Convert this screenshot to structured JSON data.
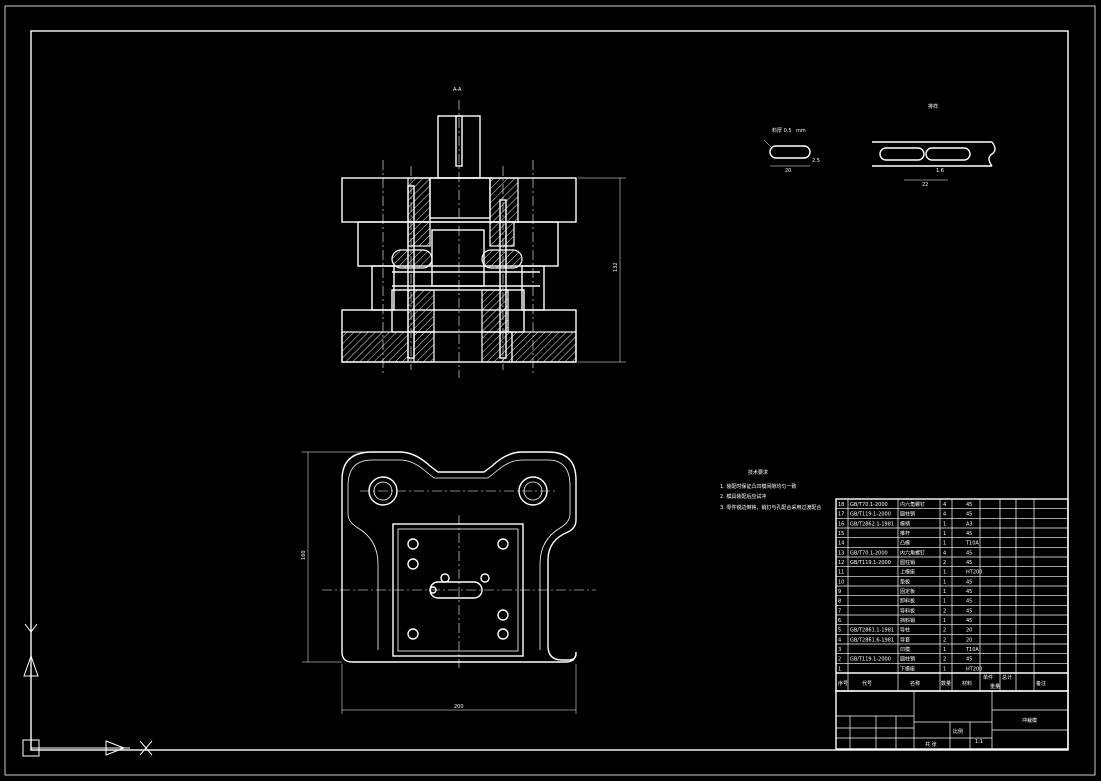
{
  "drawing": {
    "section_label": "A-A",
    "strip_layout_label": "排样",
    "part_label": "料厚 0.5",
    "part_unit": "mm",
    "dim_part_width": "2.5",
    "dim_part_length": "20",
    "dim_strip_pitch": "22",
    "dim_strip_gap": "1.6",
    "dim_front_height": "132",
    "dim_plan_depth": "160",
    "dim_plan_width": "200"
  },
  "notes": {
    "title": "技术要求",
    "lines": [
      "1. 装配时保证凸凹模间隙均匀一致",
      "2. 模具装配后应试冲",
      "3. 零件锐边倒钝，销钉与孔配合采用过渡配合"
    ]
  },
  "bom": {
    "rows": [
      {
        "no": "18",
        "std": "GB/T70.1-2000",
        "name": "内六角螺钉",
        "qty": "4",
        "mat": "45"
      },
      {
        "no": "17",
        "std": "GB/T119.1-2000",
        "name": "圆柱销",
        "qty": "4",
        "mat": "45"
      },
      {
        "no": "16",
        "std": "GB/T2862.1-1981",
        "name": "模柄",
        "qty": "1",
        "mat": "A3"
      },
      {
        "no": "15",
        "std": "",
        "name": "推杆",
        "qty": "1",
        "mat": "45"
      },
      {
        "no": "14",
        "std": "",
        "name": "凸模",
        "qty": "1",
        "mat": "T10A"
      },
      {
        "no": "13",
        "std": "GB/T70.1-2000",
        "name": "内六角螺钉",
        "qty": "4",
        "mat": "45"
      },
      {
        "no": "12",
        "std": "GB/T119.1-2000",
        "name": "圆柱销",
        "qty": "2",
        "mat": "45"
      },
      {
        "no": "11",
        "std": "",
        "name": "上模座",
        "qty": "1",
        "mat": "HT200"
      },
      {
        "no": "10",
        "std": "",
        "name": "垫板",
        "qty": "1",
        "mat": "45"
      },
      {
        "no": "9",
        "std": "",
        "name": "固定板",
        "qty": "1",
        "mat": "45"
      },
      {
        "no": "8",
        "std": "",
        "name": "卸料板",
        "qty": "1",
        "mat": "45"
      },
      {
        "no": "7",
        "std": "",
        "name": "导料板",
        "qty": "2",
        "mat": "45"
      },
      {
        "no": "6",
        "std": "",
        "name": "挡料销",
        "qty": "1",
        "mat": "45"
      },
      {
        "no": "5",
        "std": "GB/T2861.1-1981",
        "name": "导柱",
        "qty": "2",
        "mat": "20"
      },
      {
        "no": "4",
        "std": "GB/T2861.6-1981",
        "name": "导套",
        "qty": "2",
        "mat": "20"
      },
      {
        "no": "3",
        "std": "",
        "name": "凹模",
        "qty": "1",
        "mat": "T10A"
      },
      {
        "no": "2",
        "std": "GB/T119.1-2000",
        "name": "圆柱销",
        "qty": "2",
        "mat": "45"
      },
      {
        "no": "1",
        "std": "",
        "name": "下模座",
        "qty": "1",
        "mat": "HT200"
      }
    ],
    "header": {
      "no": "序号",
      "std": "代号",
      "name": "名称",
      "qty": "数量",
      "mat": "材料",
      "w1": "单件",
      "w2": "总计",
      "weight": "重量",
      "remark": "备注"
    }
  },
  "title_block": {
    "title": "冲裁模",
    "scale_label": "比例",
    "scale": "1:1",
    "sheet_label": "共 张"
  },
  "colors": {
    "background": "#000000",
    "lines": "#ffffff"
  },
  "icons": {
    "ucs_x": "ucs-x-arrow-icon",
    "ucs_y": "ucs-y-arrow-icon",
    "ucs_origin": "ucs-origin-icon"
  }
}
